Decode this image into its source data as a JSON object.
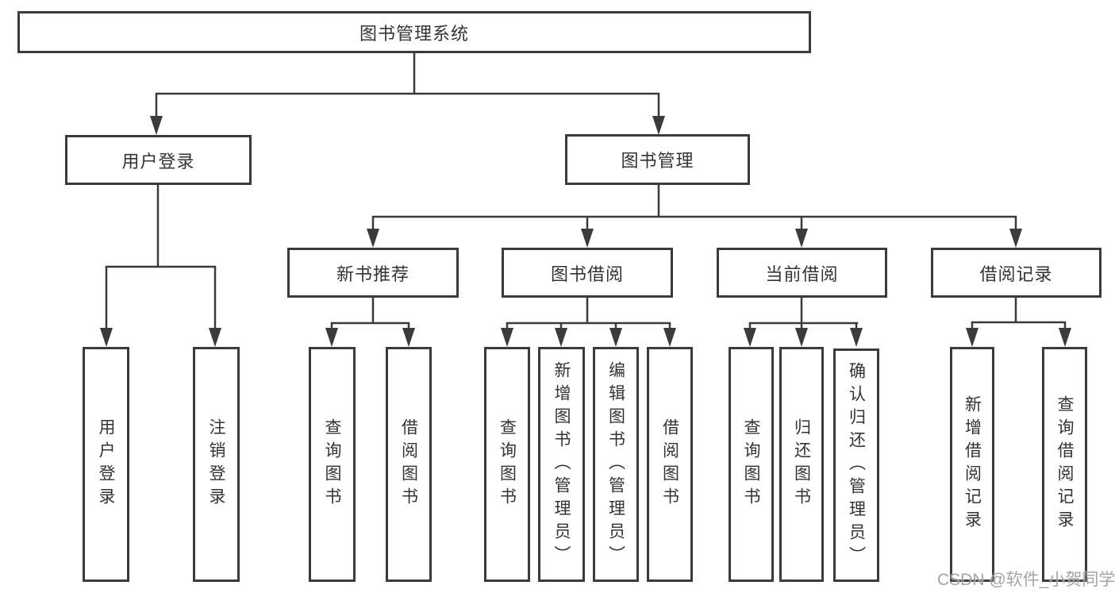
{
  "diagram": {
    "root": {
      "label": "图书管理系统"
    },
    "user_login": {
      "label": "用户登录",
      "children": [
        "用户登录",
        "注销登录"
      ]
    },
    "book_mgmt": {
      "label": "图书管理"
    },
    "new_books": {
      "label": "新书推荐",
      "children": [
        "查询图书",
        "借阅图书"
      ]
    },
    "book_borrow": {
      "label": "图书借阅",
      "children": [
        "查询图书",
        "新增图书（管理员）",
        "编辑图书（管理员）",
        "借阅图书"
      ]
    },
    "current_borrow": {
      "label": "当前借阅",
      "children": [
        "查询图书",
        "归还图书",
        "确认归还（管理员）"
      ]
    },
    "borrow_records": {
      "label": "借阅记录",
      "children": [
        "新增借阅记录",
        "查询借阅记录"
      ]
    }
  },
  "watermark": {
    "text": "CSDN @软件_小贺同学"
  },
  "colors": {
    "line": "#3b3b3b",
    "text": "#333333",
    "background": "#ffffff",
    "watermark": "#949494"
  }
}
